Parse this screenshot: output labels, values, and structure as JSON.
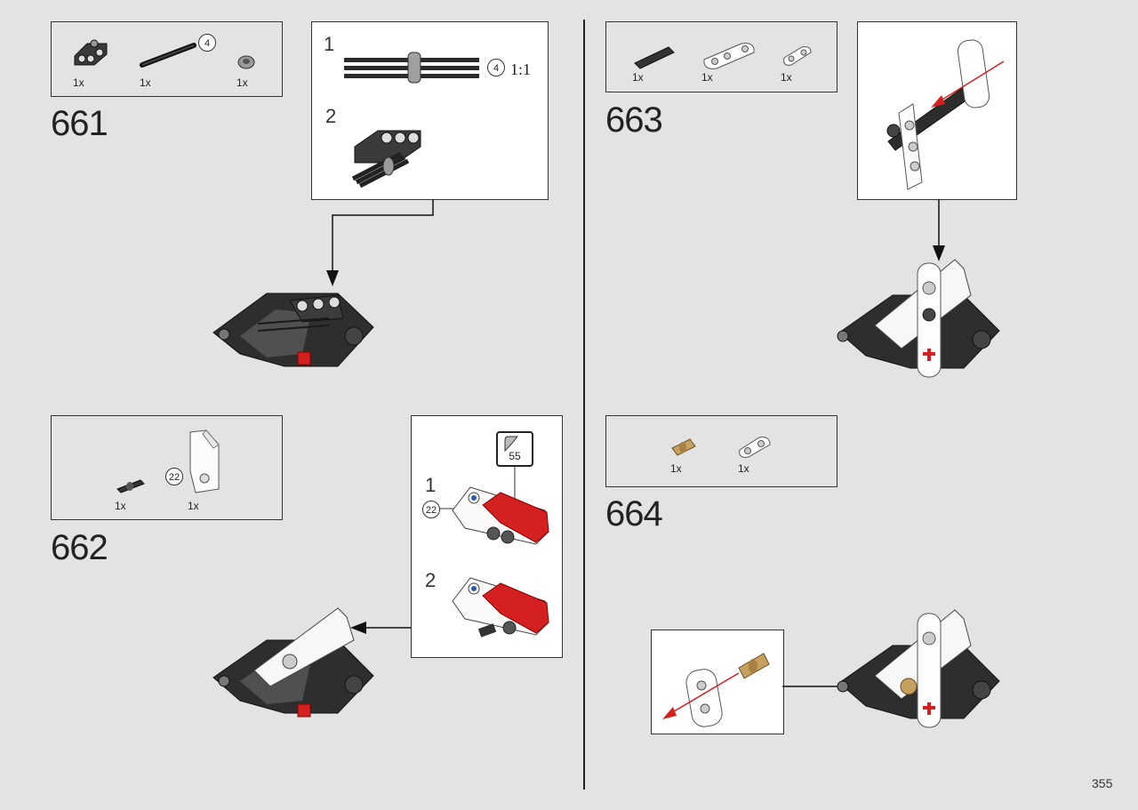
{
  "page": {
    "number": "355"
  },
  "colors": {
    "background": "#e3e3e3",
    "frame": "#333333",
    "panel": "#ffffff",
    "accent_red": "#d42020",
    "arrow": "#111111"
  },
  "steps": [
    {
      "number": "661",
      "parts": [
        {
          "name": "technic-beam-3-hole-dark",
          "qty": "1x"
        },
        {
          "name": "axle-black",
          "qty": "1x",
          "length_badge": "4"
        },
        {
          "name": "bush-gray",
          "qty": "1x"
        }
      ],
      "subassembly": {
        "step1_label": "1",
        "step2_label": "2",
        "axle_length": "4",
        "scale": "1:1"
      }
    },
    {
      "number": "662",
      "parts": [
        {
          "name": "axle-pin-black",
          "qty": "1x"
        },
        {
          "name": "white-panel",
          "qty": "1x",
          "sticker_callout": "22"
        }
      ],
      "subassembly": {
        "step1_label": "1",
        "step2_label": "2",
        "sticker_ref": "22",
        "sticker_sheet": "55"
      }
    },
    {
      "number": "663",
      "parts": [
        {
          "name": "axle-pin-black",
          "qty": "1x"
        },
        {
          "name": "beam-4-white",
          "qty": "1x"
        },
        {
          "name": "beam-2-white",
          "qty": "1x"
        }
      ]
    },
    {
      "number": "664",
      "parts": [
        {
          "name": "pin-tan",
          "qty": "1x"
        },
        {
          "name": "beam-2-white",
          "qty": "1x"
        }
      ]
    }
  ]
}
